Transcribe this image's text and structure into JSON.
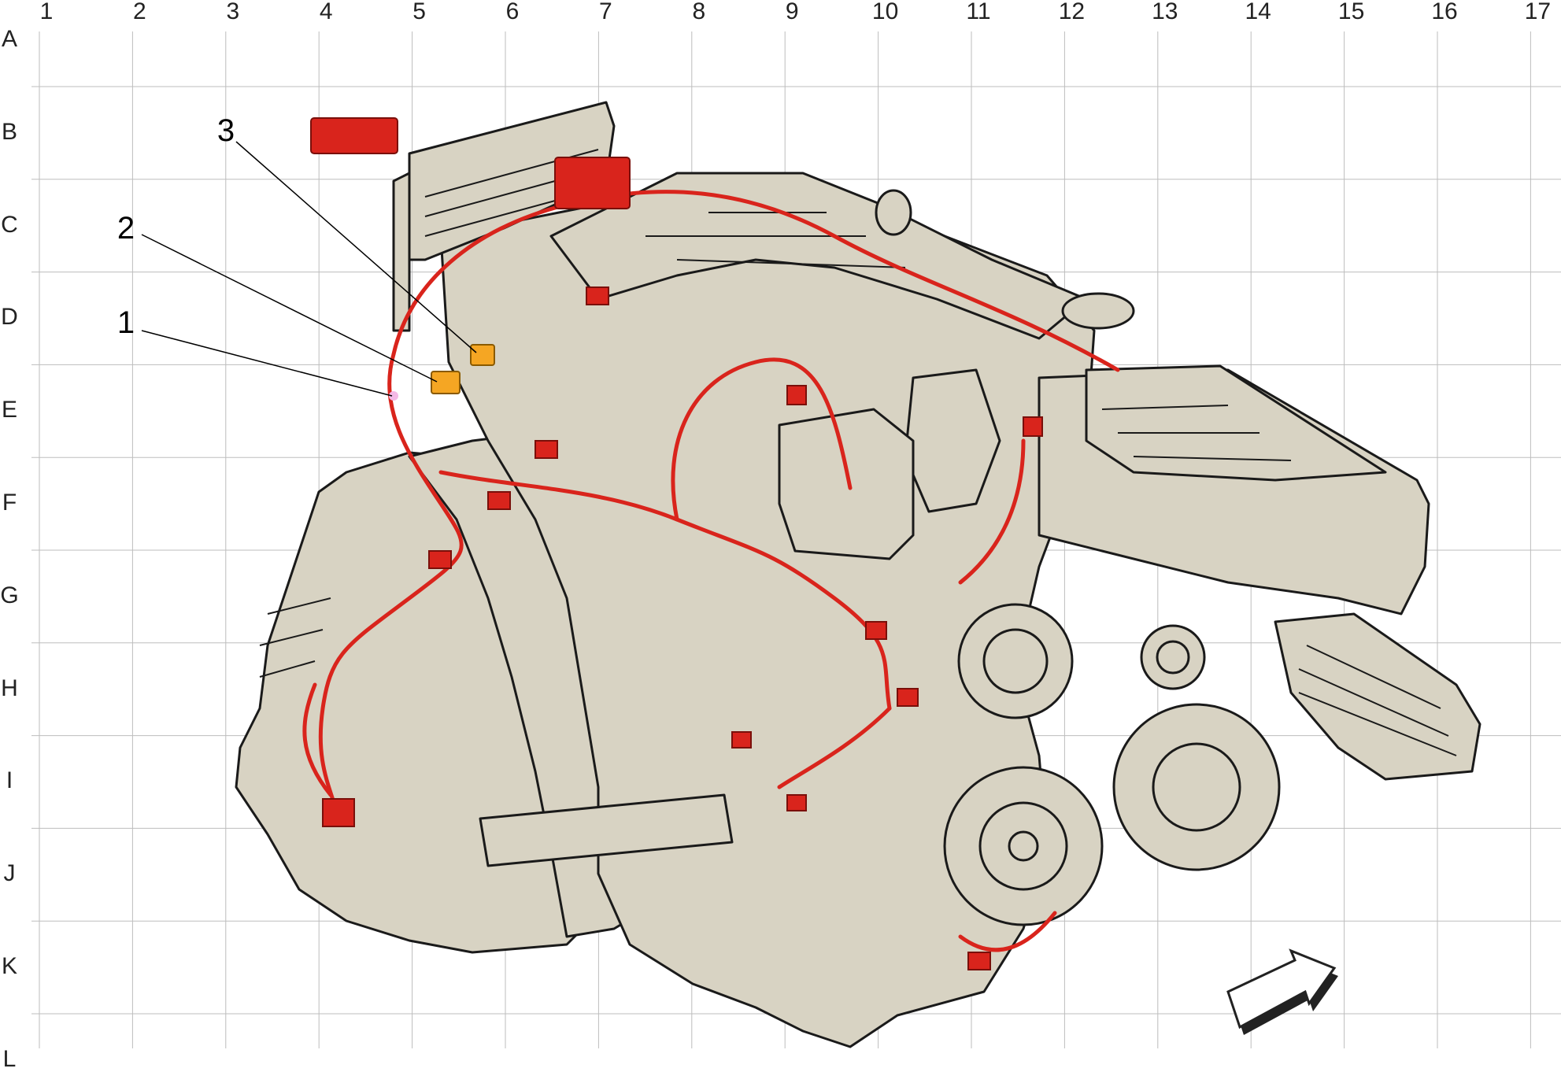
{
  "grid": {
    "columns": [
      "1",
      "2",
      "3",
      "4",
      "5",
      "6",
      "7",
      "8",
      "9",
      "10",
      "11",
      "12",
      "13",
      "14",
      "15",
      "16",
      "17"
    ],
    "rows": [
      "A",
      "B",
      "C",
      "D",
      "E",
      "F",
      "G",
      "H",
      "I",
      "J",
      "K",
      "L"
    ]
  },
  "callouts": [
    {
      "id": "1",
      "label": "1"
    },
    {
      "id": "2",
      "label": "2"
    },
    {
      "id": "3",
      "label": "3"
    }
  ],
  "colors": {
    "grid_line": "#bdbdbd",
    "engine_fill": "#d8d3c3",
    "engine_stroke": "#1a1a1a",
    "harness": "#d9241c",
    "highlight_connector": "#f5a623",
    "orientation_arrow_fill": "#ffffff"
  },
  "icons": {
    "orientation_arrow": "direction-arrow-icon"
  }
}
